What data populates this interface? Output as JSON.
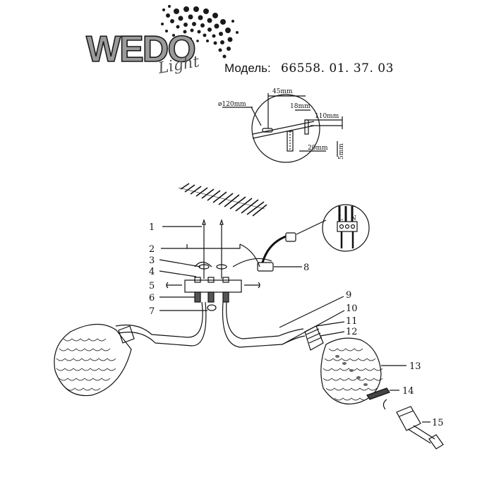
{
  "header": {
    "brand": "WEDO",
    "brand_sub": "Light",
    "model_label": "Модель:",
    "model_number": "66558. 01. 37. 03"
  },
  "mount_detail": {
    "diameter": "ø120mm",
    "width": "45mm",
    "spacing": "18mm",
    "hole": "110mm",
    "screw": "20mm",
    "depth": "5mm"
  },
  "wiring": {
    "terminals": [
      "L",
      "N"
    ]
  },
  "callouts": [
    "1",
    "2",
    "3",
    "4",
    "5",
    "6",
    "7",
    "8",
    "9",
    "10",
    "11",
    "12",
    "13",
    "14",
    "15"
  ],
  "colors": {
    "line": "#111111",
    "brand_fill": "#9a9a9a"
  }
}
